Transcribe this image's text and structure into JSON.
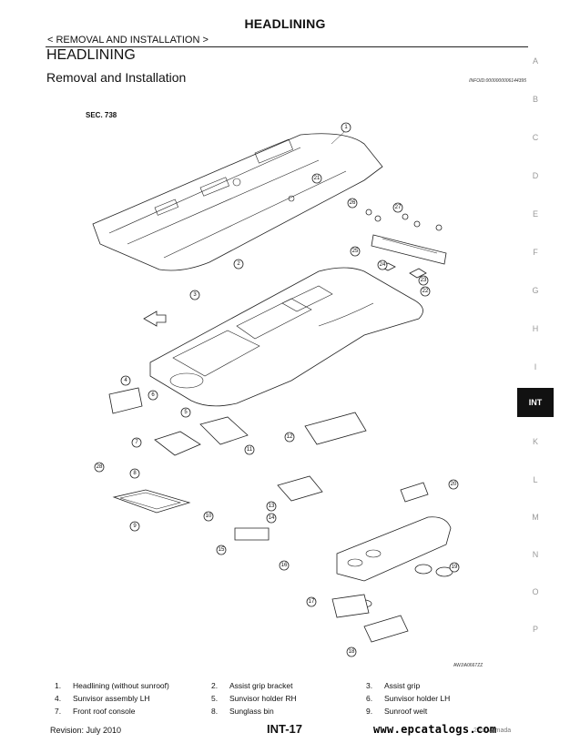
{
  "header": {
    "title": "HEADLINING",
    "breadcrumb": "< REMOVAL AND INSTALLATION >"
  },
  "section": {
    "title": "HEADLINING",
    "subtitle": "Removal and Installation",
    "info_id": "INFOID:0000000006144395"
  },
  "figure": {
    "sec_label": "SEC. 738",
    "figure_id": "AWJIA0667ZZ",
    "callouts": [
      "1",
      "2",
      "3",
      "4",
      "5",
      "6",
      "7",
      "8",
      "9",
      "10",
      "11",
      "12",
      "13",
      "14",
      "15",
      "16",
      "17",
      "18",
      "19",
      "20",
      "21",
      "22",
      "23",
      "24",
      "25",
      "26",
      "27",
      "28"
    ]
  },
  "legend": [
    {
      "num": "1.",
      "label": "Headlining (without sunroof)"
    },
    {
      "num": "2.",
      "label": "Assist grip bracket"
    },
    {
      "num": "3.",
      "label": "Assist grip"
    },
    {
      "num": "4.",
      "label": "Sunvisor assembly LH"
    },
    {
      "num": "5.",
      "label": "Sunvisor holder RH"
    },
    {
      "num": "6.",
      "label": "Sunvisor holder LH"
    },
    {
      "num": "7.",
      "label": "Front roof console"
    },
    {
      "num": "8.",
      "label": "Sunglass bin"
    },
    {
      "num": "9.",
      "label": "Sunroof welt"
    }
  ],
  "side_index": {
    "tabs": [
      "A",
      "B",
      "C",
      "D",
      "E",
      "F",
      "G",
      "H",
      "I",
      "INT",
      "K",
      "L",
      "M",
      "N",
      "O",
      "P"
    ],
    "active": "INT"
  },
  "footer": {
    "revision": "Revision: July 2010",
    "page": "INT-17",
    "model": "2011 Armada",
    "watermark": "www.epcatalogs.com"
  }
}
